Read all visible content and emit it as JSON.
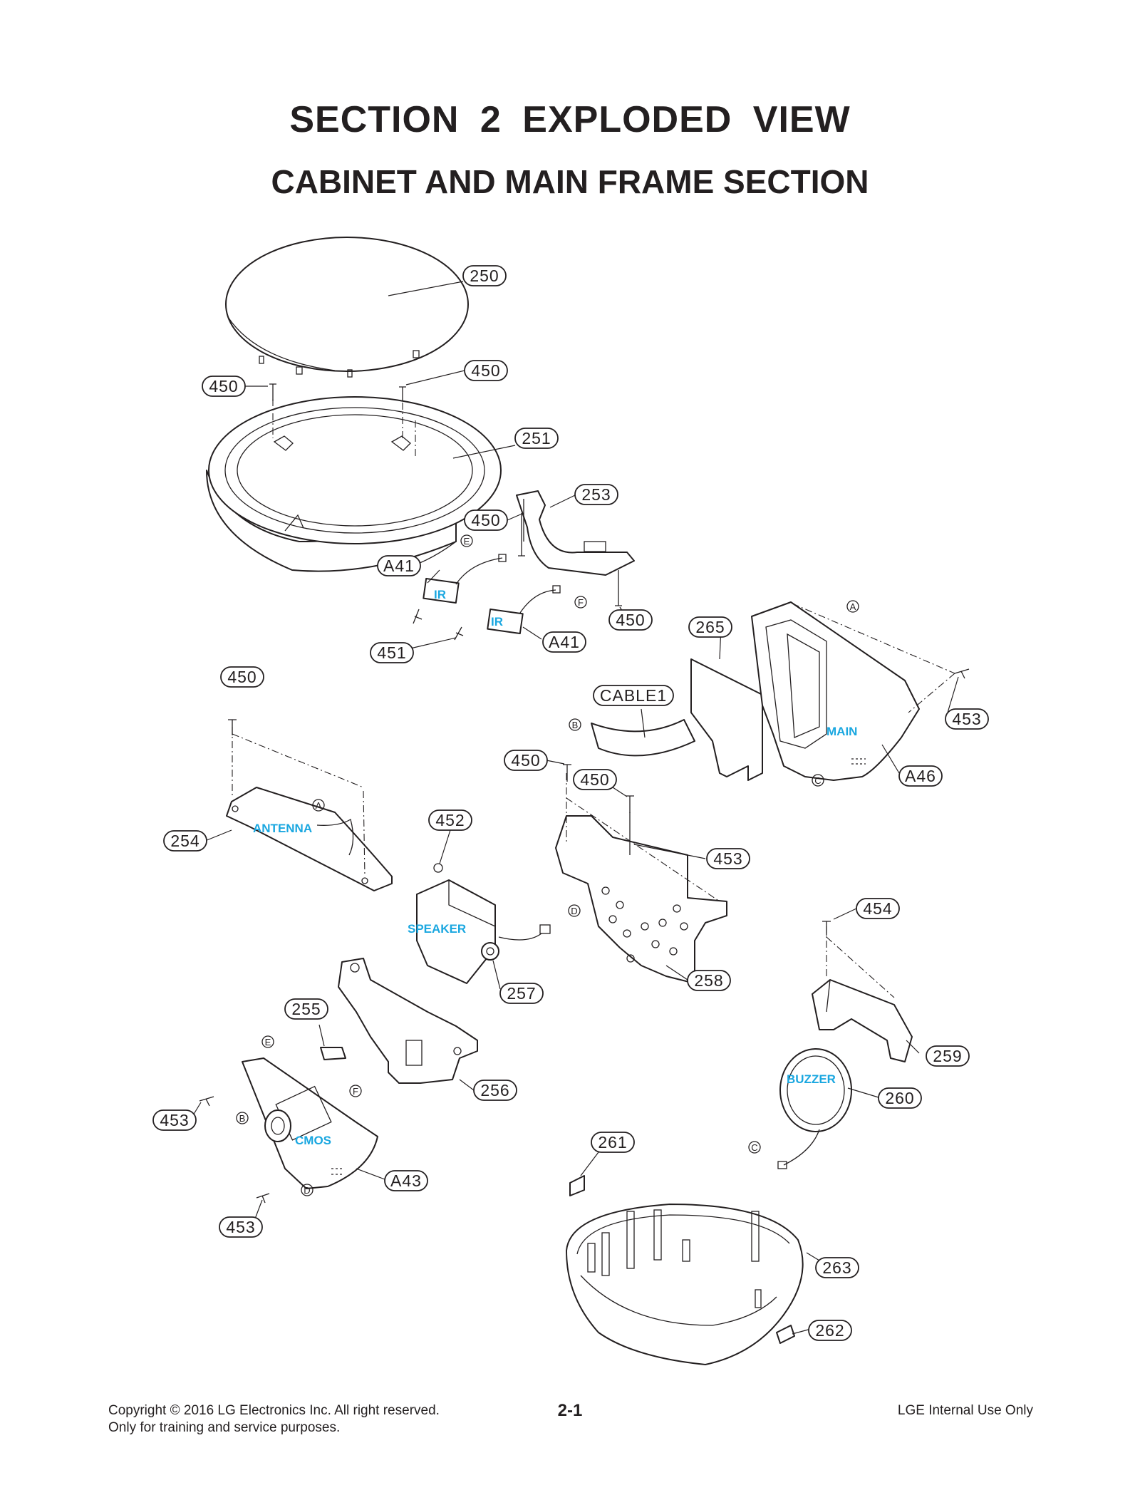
{
  "header": {
    "section_title": "SECTION 2   EXPLODED VIEW",
    "subtitle": "CABINET AND MAIN FRAME SECTION"
  },
  "callouts": [
    {
      "id": "c250a",
      "label": "250"
    },
    {
      "id": "c450a",
      "label": "450"
    },
    {
      "id": "c450b",
      "label": "450"
    },
    {
      "id": "c251",
      "label": "251"
    },
    {
      "id": "c253",
      "label": "253"
    },
    {
      "id": "c450c",
      "label": "450"
    },
    {
      "id": "cA41a",
      "label": "A41"
    },
    {
      "id": "c450d",
      "label": "450"
    },
    {
      "id": "cA41b",
      "label": "A41"
    },
    {
      "id": "c451",
      "label": "451"
    },
    {
      "id": "c265",
      "label": "265"
    },
    {
      "id": "c450e",
      "label": "450"
    },
    {
      "id": "cCABLE1",
      "label": "CABLE1"
    },
    {
      "id": "c453a",
      "label": "453"
    },
    {
      "id": "cA46",
      "label": "A46"
    },
    {
      "id": "c450f",
      "label": "450"
    },
    {
      "id": "c450g",
      "label": "450"
    },
    {
      "id": "c254",
      "label": "254"
    },
    {
      "id": "c452",
      "label": "452"
    },
    {
      "id": "c453b",
      "label": "453"
    },
    {
      "id": "c454",
      "label": "454"
    },
    {
      "id": "c257",
      "label": "257"
    },
    {
      "id": "c258",
      "label": "258"
    },
    {
      "id": "c255",
      "label": "255"
    },
    {
      "id": "c259",
      "label": "259"
    },
    {
      "id": "c256",
      "label": "256"
    },
    {
      "id": "c260",
      "label": "260"
    },
    {
      "id": "c453c",
      "label": "453"
    },
    {
      "id": "cA43",
      "label": "A43"
    },
    {
      "id": "c261",
      "label": "261"
    },
    {
      "id": "c453d",
      "label": "453"
    },
    {
      "id": "c263",
      "label": "263"
    },
    {
      "id": "c262",
      "label": "262"
    }
  ],
  "connectors": [
    {
      "id": "kE1",
      "label": "E"
    },
    {
      "id": "kF1",
      "label": "F"
    },
    {
      "id": "kA1",
      "label": "A"
    },
    {
      "id": "kB1",
      "label": "B"
    },
    {
      "id": "kC1",
      "label": "C"
    },
    {
      "id": "kA2",
      "label": "A"
    },
    {
      "id": "kD1",
      "label": "D"
    },
    {
      "id": "kE2",
      "label": "E"
    },
    {
      "id": "kF2",
      "label": "F"
    },
    {
      "id": "kB2",
      "label": "B"
    },
    {
      "id": "kD2",
      "label": "D"
    },
    {
      "id": "kC2",
      "label": "C"
    }
  ],
  "module_labels": {
    "ir_1": "IR",
    "ir_2": "IR",
    "main": "MAIN",
    "antenna": "ANTENNA",
    "speaker": "SPEAKER",
    "buzzer": "BUZZER",
    "cmos": "CMOS"
  },
  "footer": {
    "copyright": "Copyright © 2016 LG Electronics Inc. All right reserved.",
    "purpose": "Only for training and service purposes.",
    "page_number": "2-1",
    "classification": "LGE Internal Use Only"
  },
  "colors": {
    "ink": "#231f20",
    "label_blue": "#1aa7e0"
  }
}
